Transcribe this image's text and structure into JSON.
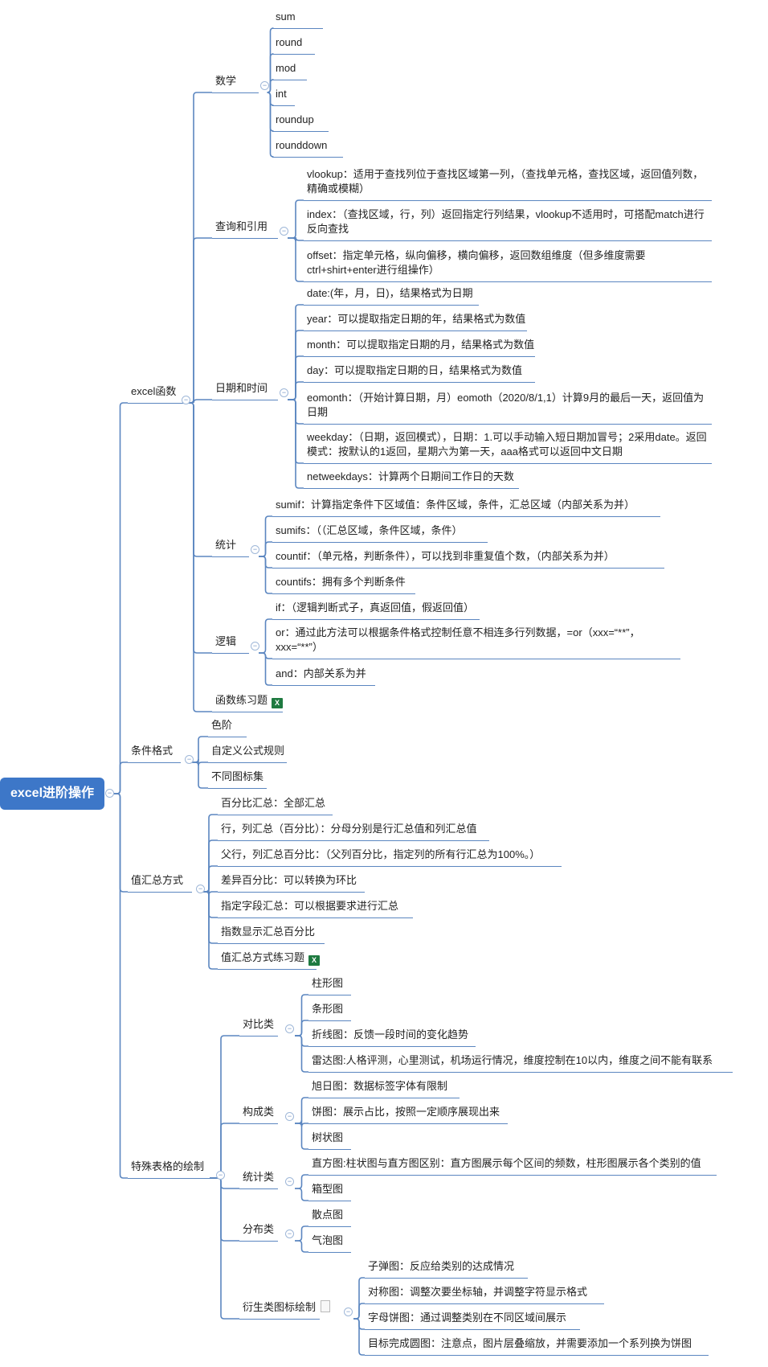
{
  "root": "excel进阶操作",
  "categories": [
    {
      "label": "excel函数",
      "groups": [
        {
          "label": "数学",
          "items": [
            "sum",
            "round",
            "mod",
            "int",
            "roundup",
            "rounddown"
          ]
        },
        {
          "label": "查询和引用",
          "items": [
            "vlookup：适用于查找列位于查找区域第一列，（查找单元格，查找区域，返回值列数，精确或模糊）",
            "index：（查找区域，行，列）返回指定行列结果，vlookup不适用时，可搭配match进行反向查找",
            "offset：指定单元格，纵向偏移，横向偏移，返回数组维度（但多维度需要ctrl+shirt+enter进行组操作）"
          ]
        },
        {
          "label": "日期和时间",
          "items": [
            "date:(年，月，日)，结果格式为日期",
            "year：可以提取指定日期的年，结果格式为数值",
            "month：可以提取指定日期的月，结果格式为数值",
            "day：可以提取指定日期的日，结果格式为数值",
            "eomonth：（开始计算日期，月）eomoth（2020/8/1,1）计算9月的最后一天，返回值为日期",
            "weekday：（日期，返回模式），日期：1.可以手动输入短日期加冒号；2采用date。返回模式：按默认的1返回，星期六为第一天，aaa格式可以返回中文日期",
            "netweekdays：计算两个日期间工作日的天数"
          ]
        },
        {
          "label": "统计",
          "items": [
            "sumif：计算指定条件下区域值：条件区域，条件，汇总区域（内部关系为并）",
            "sumifs：（（汇总区域，条件区域，条件）",
            "countif：（单元格，判断条件），可以找到非重复值个数，（内部关系为并）",
            "countifs：拥有多个判断条件"
          ]
        },
        {
          "label": "逻辑",
          "items": [
            "if：（逻辑判断式子，真返回值，假返回值）",
            "or：通过此方法可以根据条件格式控制任意不相连多行列数据，=or（xxx=“**”，xxx=“**”）",
            "and：内部关系为并"
          ]
        },
        {
          "label": "函数练习题",
          "items": []
        }
      ]
    },
    {
      "label": "条件格式",
      "items": [
        "色阶",
        "自定义公式规则",
        "不同图标集"
      ]
    },
    {
      "label": "值汇总方式",
      "items": [
        "百分比汇总：全部汇总",
        "行，列汇总（百分比）：分母分别是行汇总值和列汇总值",
        "父行，列汇总百分比：（父列百分比，指定列的所有行汇总为100%。）",
        "差异百分比：可以转换为环比",
        "指定字段汇总：可以根据要求进行汇总",
        "指数显示汇总百分比",
        "值汇总方式练习题"
      ]
    },
    {
      "label": "特殊表格的绘制",
      "groups": [
        {
          "label": "对比类",
          "items": [
            "柱形图",
            "条形图",
            "折线图：反馈一段时间的变化趋势",
            "雷达图:人格评测，心里测试，机场运行情况，维度控制在10以内，维度之间不能有联系"
          ]
        },
        {
          "label": "构成类",
          "items": [
            "旭日图：数据标签字体有限制",
            "饼图：展示占比，按照一定顺序展现出来",
            "树状图"
          ]
        },
        {
          "label": "统计类",
          "items": [
            "直方图:柱状图与直方图区别：直方图展示每个区间的频数，柱形图展示各个类别的值",
            "箱型图"
          ]
        },
        {
          "label": "分布类",
          "items": [
            "散点图",
            "气泡图"
          ]
        },
        {
          "label": "衍生类图标绘制",
          "items": [
            "子弹图：反应给类别的达成情况",
            "对称图：调整次要坐标轴，并调整字符显示格式",
            "字母饼图：通过调整类别在不同区域间展示",
            "目标完成圆图：注意点，图片层叠缩放，并需要添加一个系列换为饼图"
          ]
        }
      ]
    }
  ],
  "icons": {
    "excel_attachment": "excel-file-icon",
    "doc_attachment": "document-icon",
    "collapse": "collapse-circle-icon"
  },
  "colors": {
    "root_fill": "#3d77c8",
    "connector": "#5b86c0",
    "text": "#222222"
  }
}
